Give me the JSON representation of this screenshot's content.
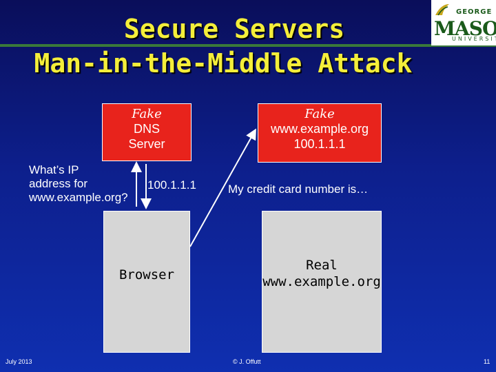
{
  "title": {
    "line1": "Secure Servers",
    "line2": "Man-in-the-Middle Attack"
  },
  "logo": {
    "top": "GEORGE",
    "main": "MASON",
    "bottom": "UNIVERSITY"
  },
  "diagram": {
    "fake_dns": {
      "fake": "Fake",
      "line1": "DNS",
      "line2": "Server"
    },
    "fake_site": {
      "fake": "Fake",
      "line1": "www.example.org",
      "line2": "100.1.1.1"
    },
    "browser": {
      "label": "Browser"
    },
    "real_site": {
      "line1": "Real",
      "line2": "www.example.org"
    },
    "question": {
      "line1": "What’s IP",
      "line2": "address for",
      "line3": "www.example.org?"
    },
    "ip_answer": "100.1.1.1",
    "credit_msg": "My credit card number is…"
  },
  "footer": {
    "date": "July 2013",
    "author": "© J. Offutt",
    "page": "11"
  },
  "colors": {
    "title": "#f4ee3a",
    "box_red": "#e8231c",
    "box_grey": "#d6d6d6",
    "background": "#0d1f8c"
  }
}
